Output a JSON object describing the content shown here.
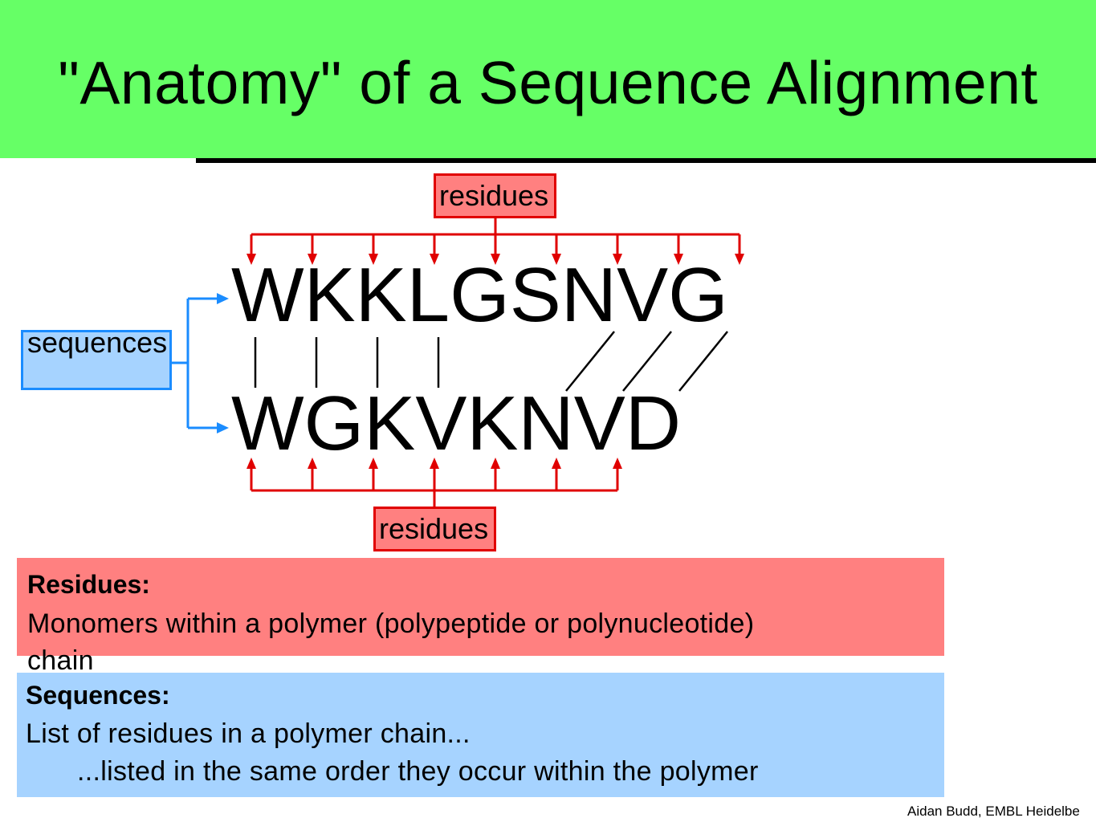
{
  "title": "\"Anatomy\" of a Sequence Alignment",
  "alignment": {
    "sequence_top": "WKKLGSNVG",
    "sequence_bottom": "WGKVKNVD"
  },
  "labels": {
    "residues_top": "residues",
    "residues_bottom": "residues",
    "sequences": "sequences"
  },
  "definitions": {
    "residues_heading": "Residues:",
    "residues_text_line1": "Monomers within a polymer (polypeptide or polynucleotide)",
    "residues_text_line2": "chain",
    "sequences_heading": "Sequences:",
    "sequences_text_line1": "List of residues in a polymer chain...",
    "sequences_text_line2": "...listed in the same order they occur within the polymer"
  },
  "footer": {
    "credit": "Aidan Budd, EMBL Heidelbe"
  },
  "colors": {
    "title_bg": "#66ff66",
    "residue_fill": "#ff8080",
    "residue_arrow": "#e00000",
    "sequence_fill": "#a6d3ff",
    "sequence_arrow": "#1a8cff"
  }
}
